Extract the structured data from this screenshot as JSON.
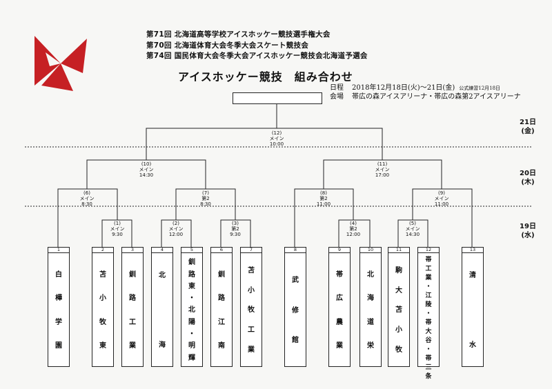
{
  "header": {
    "line1": "第71回 北海道高等学校アイスホッケー競技選手権大会",
    "line2": "第70回 北海道体育大会冬季大会スケート競技会",
    "line3": "第74回 国民体育大会冬季大会アイスホッケー競技会北海道予選会",
    "title": "アイスホッケー競技　組み合わせ"
  },
  "schedule": {
    "date_label": "日程",
    "date_value": "2018年12月18日(火)〜21日(金)",
    "practice_note": "公式練習12月18日",
    "venue_label": "会場",
    "venue_value": "帯広の森アイスアリーナ・帯広の森第2アイスアリーナ"
  },
  "days": {
    "d21": "21日\n(金)",
    "d20": "20日\n(木)",
    "d19": "19日\n(水)"
  },
  "matches": {
    "m12": {
      "no": "(12)",
      "rink": "メイン",
      "time": "10:00"
    },
    "m10": {
      "no": "(10)",
      "rink": "メイン",
      "time": "14:30"
    },
    "m11": {
      "no": "(11)",
      "rink": "メイン",
      "time": "17:00"
    },
    "m6": {
      "no": "(6)",
      "rink": "メイン",
      "time": "8:30"
    },
    "m7": {
      "no": "(7)",
      "rink": "第2",
      "time": "8:30"
    },
    "m8": {
      "no": "(8)",
      "rink": "第2",
      "time": "11:00"
    },
    "m9": {
      "no": "(9)",
      "rink": "メイン",
      "time": "11:00"
    },
    "m1": {
      "no": "(1)",
      "rink": "メイン",
      "time": "9:30"
    },
    "m2": {
      "no": "(2)",
      "rink": "メイン",
      "time": "12:00"
    },
    "m3": {
      "no": "(3)",
      "rink": "第2",
      "time": "9:30"
    },
    "m4": {
      "no": "(4)",
      "rink": "第2",
      "time": "12:00"
    },
    "m5": {
      "no": "(5)",
      "rink": "メイン",
      "time": "14:30"
    }
  },
  "teams": [
    {
      "num": "1",
      "chars": [
        "白",
        "樺",
        "学",
        "園"
      ]
    },
    {
      "num": "2",
      "chars": [
        "苫",
        "小",
        "牧",
        "東"
      ]
    },
    {
      "num": "3",
      "chars": [
        "釧",
        "路",
        "工",
        "業"
      ]
    },
    {
      "num": "4",
      "chars": [
        "北",
        "",
        "",
        "海"
      ]
    },
    {
      "num": "5",
      "chars": [
        "釧",
        "路",
        "東",
        "・",
        "北",
        "陽",
        "・",
        "明",
        "輝"
      ]
    },
    {
      "num": "6",
      "chars": [
        "釧",
        "路",
        "江",
        "南"
      ]
    },
    {
      "num": "7",
      "chars": [
        "苫",
        "小",
        "牧",
        "工",
        "業"
      ]
    },
    {
      "num": "8",
      "chars": [
        "武",
        "修",
        "館"
      ]
    },
    {
      "num": "9",
      "chars": [
        "帯",
        "広",
        "農",
        "業"
      ]
    },
    {
      "num": "10",
      "chars": [
        "北",
        "海",
        "道",
        "栄"
      ]
    },
    {
      "num": "11",
      "chars": [
        "駒",
        "大",
        "苫",
        "小",
        "牧"
      ]
    },
    {
      "num": "12",
      "chars": [
        "帯",
        "工",
        "業",
        "・",
        "江",
        "陵",
        "・",
        "帯",
        "大",
        "谷",
        "・",
        "帯",
        "三",
        "条"
      ]
    },
    {
      "num": "13",
      "chars": [
        "清",
        "",
        "",
        "水"
      ]
    }
  ],
  "colors": {
    "logo": "#c62024",
    "line": "#222222"
  }
}
